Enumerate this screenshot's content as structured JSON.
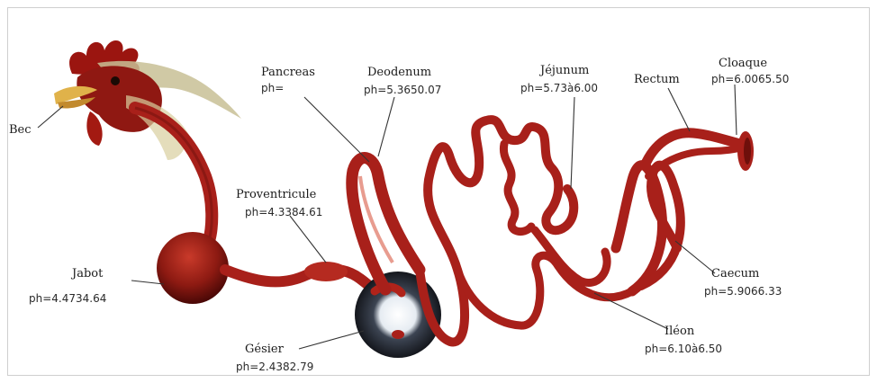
{
  "labels": {
    "bec": "Bec",
    "pancreas": "Pancreas",
    "pancreas_ph": "ph=",
    "duodenum": "Deodenum",
    "duodenum_ph": "ph=5.3650.07",
    "jejunum": "Jéjunum",
    "jejunum_ph": "ph=5.73à6.00",
    "rectum": "Rectum",
    "cloaque": "Cloaque",
    "cloaque_ph": "ph=6.0065.50",
    "proventricule": "Proventricule",
    "proventricule_ph": "ph=4.3384.61",
    "jabot": "Jabot",
    "jabot_ph": "ph=4.4734.64",
    "caecum": "Caecum",
    "caecum_ph": "ph=5.9066.33",
    "ileon": "Iléon",
    "ileon_ph": "ph=6.10à6.50",
    "gesier": "Gésier",
    "gesier_ph": "ph=2.4382.79"
  },
  "colors": {
    "tract": "#a8201a",
    "tract_dark": "#6e0f0b",
    "comb": "#9b1510",
    "beak": "#e0b24a",
    "gizzard": "#111318",
    "leader": "#333333"
  }
}
